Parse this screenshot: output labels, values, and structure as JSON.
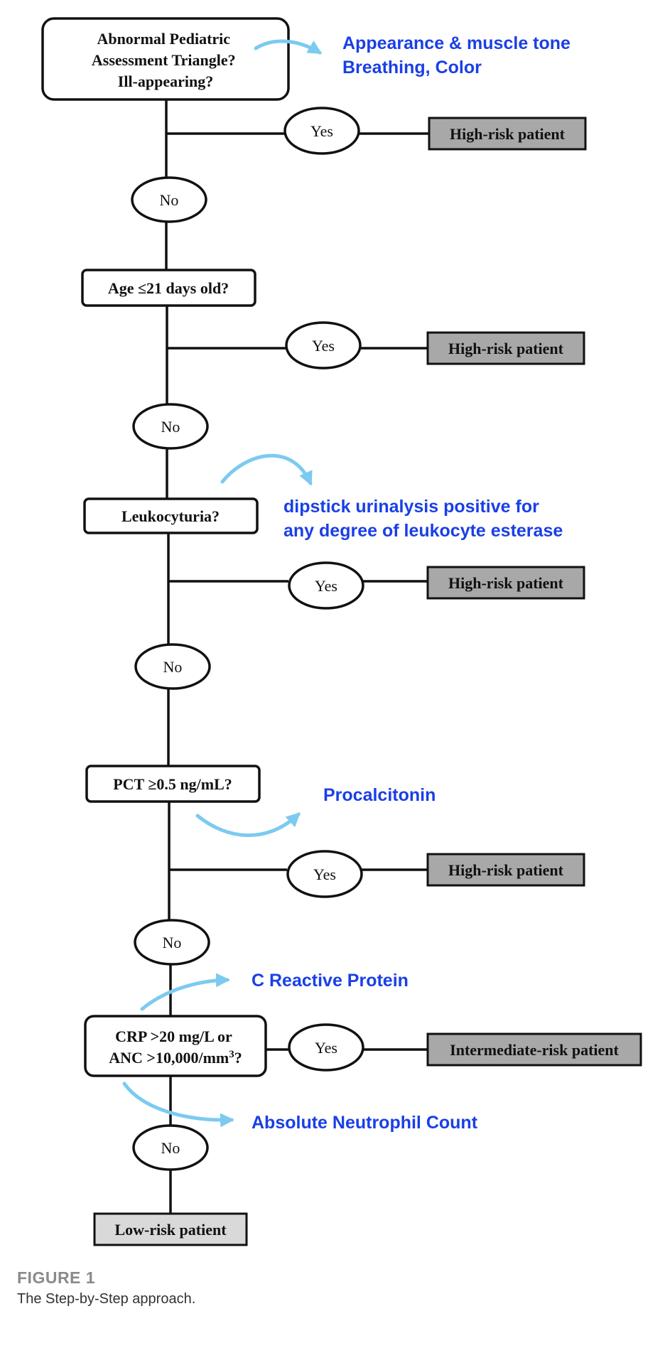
{
  "colors": {
    "line": "#111111",
    "outcome_fill": "#a8a8a8",
    "low_risk_fill": "#d9d9d9",
    "annotation_text": "#1a3fe6",
    "annotation_arrow": "#7ccaf0"
  },
  "nodes": {
    "q1_lines": [
      "Abnormal Pediatric",
      "Assessment Triangle?",
      "Ill-appearing?"
    ],
    "q2": "Age ≤21 days old?",
    "q3": "Leukocyturia?",
    "q4": "PCT ≥0.5 ng/mL?",
    "q5_line1": "CRP >20 mg/L or",
    "q5_line2_main": "ANC >10,000/mm",
    "q5_line2_sup": "3",
    "q5_line2_end": "?",
    "yes": "Yes",
    "no": "No",
    "high_risk": "High-risk patient",
    "intermediate_risk": "Intermediate-risk patient",
    "low_risk": "Low-risk patient"
  },
  "annotations": {
    "pat_lines": [
      "Appearance & muscle tone",
      "Breathing, Color"
    ],
    "leuko_lines": [
      "dipstick urinalysis positive for",
      "any degree of leukocyte esterase"
    ],
    "pct": "Procalcitonin",
    "crp": "C Reactive Protein",
    "anc": "Absolute Neutrophil Count"
  },
  "caption": {
    "title": "FIGURE 1",
    "text": "The Step-by-Step approach."
  }
}
